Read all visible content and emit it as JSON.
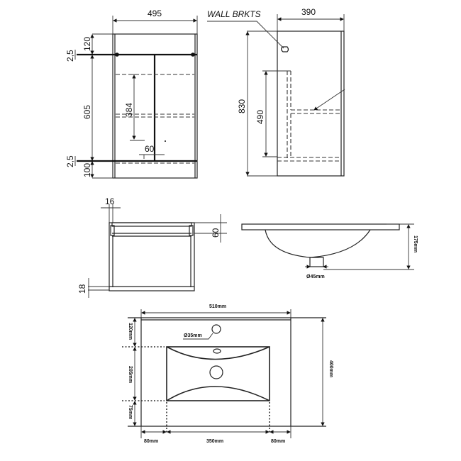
{
  "front_view": {
    "width": "495",
    "top_rail": "120",
    "upper_gap": "2,5",
    "door_height": "605",
    "lower_gap": "2,5",
    "plinth": "100",
    "shelf_height": "384",
    "handle_offset": "60"
  },
  "side_view": {
    "depth": "390",
    "height": "830",
    "inner_height": "490",
    "callout": "WALL BRKTS"
  },
  "top_section": {
    "panel_thickness": "16",
    "top_rail_height": "60",
    "base_thickness": "18"
  },
  "basin_profile": {
    "height": "175mm",
    "waste_diameter": "Ø45mm"
  },
  "basin_plan": {
    "width": "510mm",
    "depth": "400mm",
    "tap_hole": "Ø35mm",
    "back_margin": "120mm",
    "bowl_depth": "205mm",
    "front_margin": "75mm",
    "left_margin": "80mm",
    "bowl_width": "350mm",
    "right_margin": "80mm"
  },
  "colors": {
    "line": "#222222",
    "background": "#ffffff"
  }
}
